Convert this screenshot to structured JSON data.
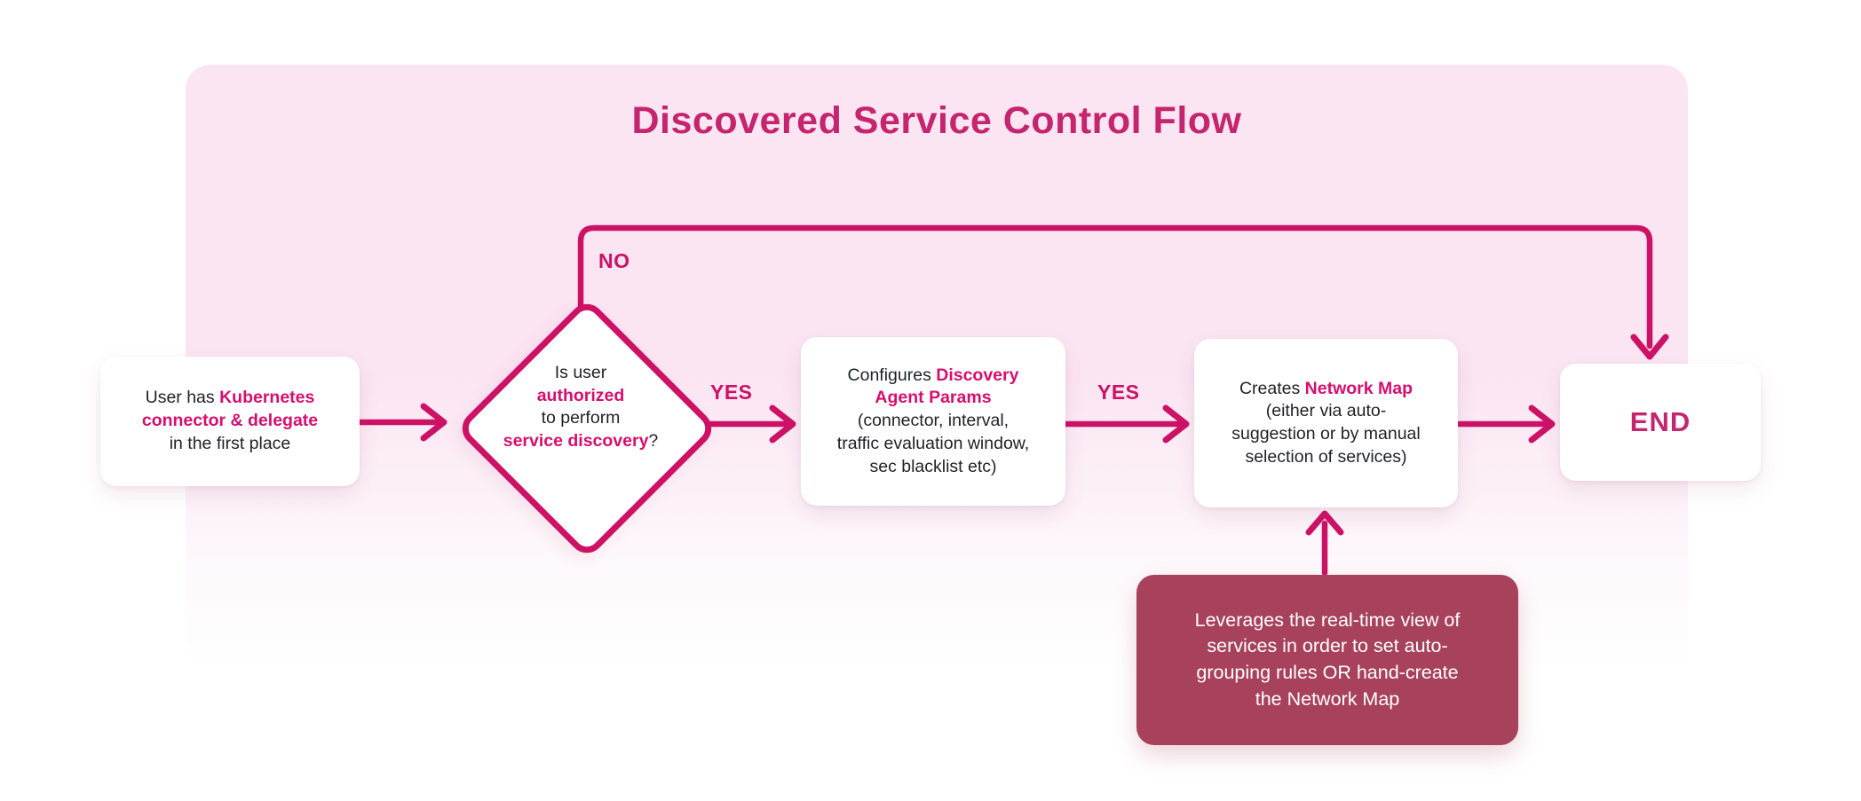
{
  "colors": {
    "edge_color": "#CD1266",
    "em_color": "#D60F6F",
    "title_color": "#C5246E",
    "container_pink": "#FBE5F2",
    "note_bg": "#A7415C",
    "note_text": "#FFFFFF",
    "node_text": "#1F2126"
  },
  "title": "Discovered Service Control Flow",
  "nodes": {
    "start": {
      "plain1": "User has ",
      "em": "Kubernetes connector & delegate",
      "plain2": " in the first place"
    },
    "decision": {
      "line1": "Is user",
      "line2_em": "authorized",
      "line3": "to perform",
      "line4_em": "service discovery",
      "line4_suffix": "?"
    },
    "configure": {
      "line1_plain": "Configures ",
      "line1_em": "Discovery",
      "line2_em": "Agent Params",
      "line3": "(connector, interval,",
      "line4": "traffic evaluation window,",
      "line5": "sec blacklist etc)"
    },
    "create_map": {
      "line1_plain": "Creates ",
      "line1_em": "Network Map",
      "line2": "(either via auto-",
      "line3": "suggestion or by manual",
      "line4": "selection of services)"
    },
    "end": {
      "label": "END"
    }
  },
  "edges": {
    "no_label": "NO",
    "yes_label_1": "YES",
    "yes_label_2": "YES"
  },
  "note": {
    "line1": "Leverages the real-time view of",
    "line2": "services in order to set auto-",
    "line3": "grouping rules OR hand-create",
    "line4": "the Network Map"
  }
}
